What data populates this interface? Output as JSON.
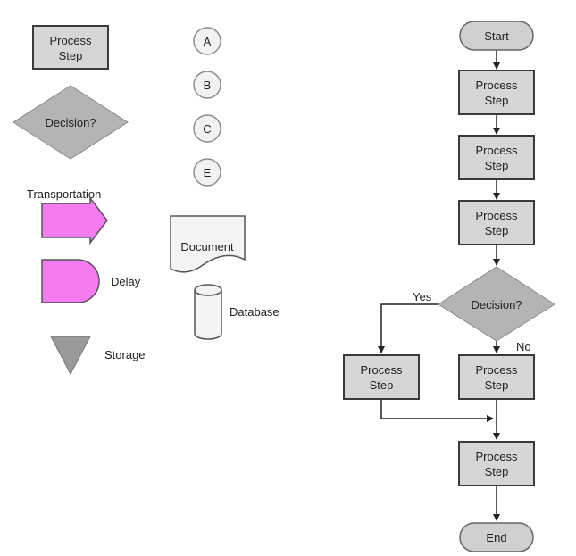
{
  "colors": {
    "box_fill": "#d6d6d6",
    "box_stroke": "#3a3a3a",
    "decision_fill": "#b4b4b4",
    "terminator_fill": "#d0d0d0",
    "pink_fill": "#f47cf0",
    "pink_stroke": "#555555",
    "line": "#222222"
  },
  "legend": {
    "process_line1": "Process",
    "process_line2": "Step",
    "decision": "Decision?",
    "connectors": [
      "A",
      "B",
      "C",
      "E"
    ],
    "transportation": "Transportation",
    "document": "Document",
    "delay": "Delay",
    "database": "Database",
    "storage": "Storage"
  },
  "flowchart": {
    "start": "Start",
    "end": "End",
    "process_line1": "Process",
    "process_line2": "Step",
    "decision": "Decision?",
    "yes": "Yes",
    "no": "No"
  }
}
